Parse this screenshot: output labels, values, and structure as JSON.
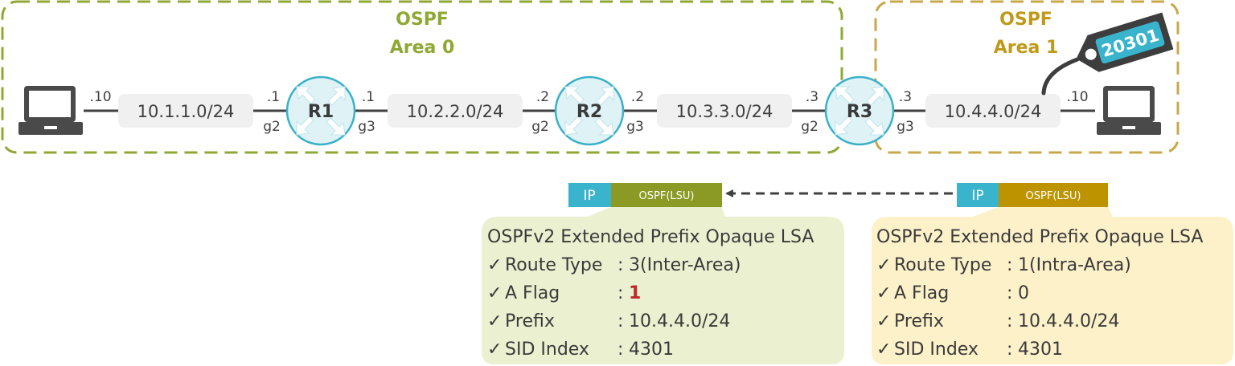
{
  "areas": [
    {
      "title_line1": "OSPF",
      "title_line2": "Area 0",
      "color": "#8fa834"
    },
    {
      "title_line1": "OSPF",
      "title_line2": "Area 1",
      "color": "#bf9a1a"
    }
  ],
  "routers": [
    {
      "label": "R1",
      "left_ip": ".1",
      "left_if": "g2",
      "right_ip": ".1",
      "right_if": "g3"
    },
    {
      "label": "R2",
      "left_ip": ".2",
      "left_if": "g2",
      "right_ip": ".2",
      "right_if": "g3"
    },
    {
      "label": "R3",
      "left_ip": ".3",
      "left_if": "g2",
      "right_ip": ".3",
      "right_if": "g3"
    }
  ],
  "networks": [
    "10.1.1.0/24",
    "10.2.2.0/24",
    "10.3.3.0/24",
    "10.4.4.0/24"
  ],
  "hosts": [
    {
      "ip": ".10",
      "icon": "laptop-icon"
    },
    {
      "ip": ".10",
      "icon": "laptop-icon"
    }
  ],
  "sid_tag": {
    "label": "20301",
    "icon": "tag-icon"
  },
  "packets": [
    {
      "ip_label": "IP",
      "ospf_label": "OSPF(LSU)",
      "ospf_color": "#8b9a24"
    },
    {
      "ip_label": "IP",
      "ospf_label": "OSPF(LSU)",
      "ospf_color": "#bd9400"
    }
  ],
  "lsas": [
    {
      "title": "OSPFv2 Extended Prefix Opaque LSA",
      "color": "#ebf1d0",
      "rows": [
        {
          "check": "✓",
          "label": "Route Type",
          "colon": ":",
          "value": "3(Inter-Area)"
        },
        {
          "check": "✓",
          "label": "A Flag",
          "colon": ":",
          "value": "1"
        },
        {
          "check": "✓",
          "label": "Prefix",
          "colon": ":",
          "value": "10.4.4.0/24"
        },
        {
          "check": "✓",
          "label": "SID Index",
          "colon": ":",
          "value": "4301"
        }
      ]
    },
    {
      "title": "OSPFv2 Extended Prefix Opaque LSA",
      "color": "#fdf1c9",
      "rows": [
        {
          "check": "✓",
          "label": "Route Type",
          "colon": ":",
          "value": "1(Intra-Area)"
        },
        {
          "check": "✓",
          "label": "A Flag",
          "colon": ":",
          "value": "0"
        },
        {
          "check": "✓",
          "label": "Prefix",
          "colon": ":",
          "value": "10.4.4.0/24"
        },
        {
          "check": "✓",
          "label": "SID Index",
          "colon": ":",
          "value": "4301"
        }
      ]
    }
  ],
  "colors": {
    "router_fill": "#dff2f6",
    "router_stroke": "#3ab1c8",
    "ip_color": "#3ab4cc",
    "highlight": "#c0272d",
    "link": "#404040"
  }
}
